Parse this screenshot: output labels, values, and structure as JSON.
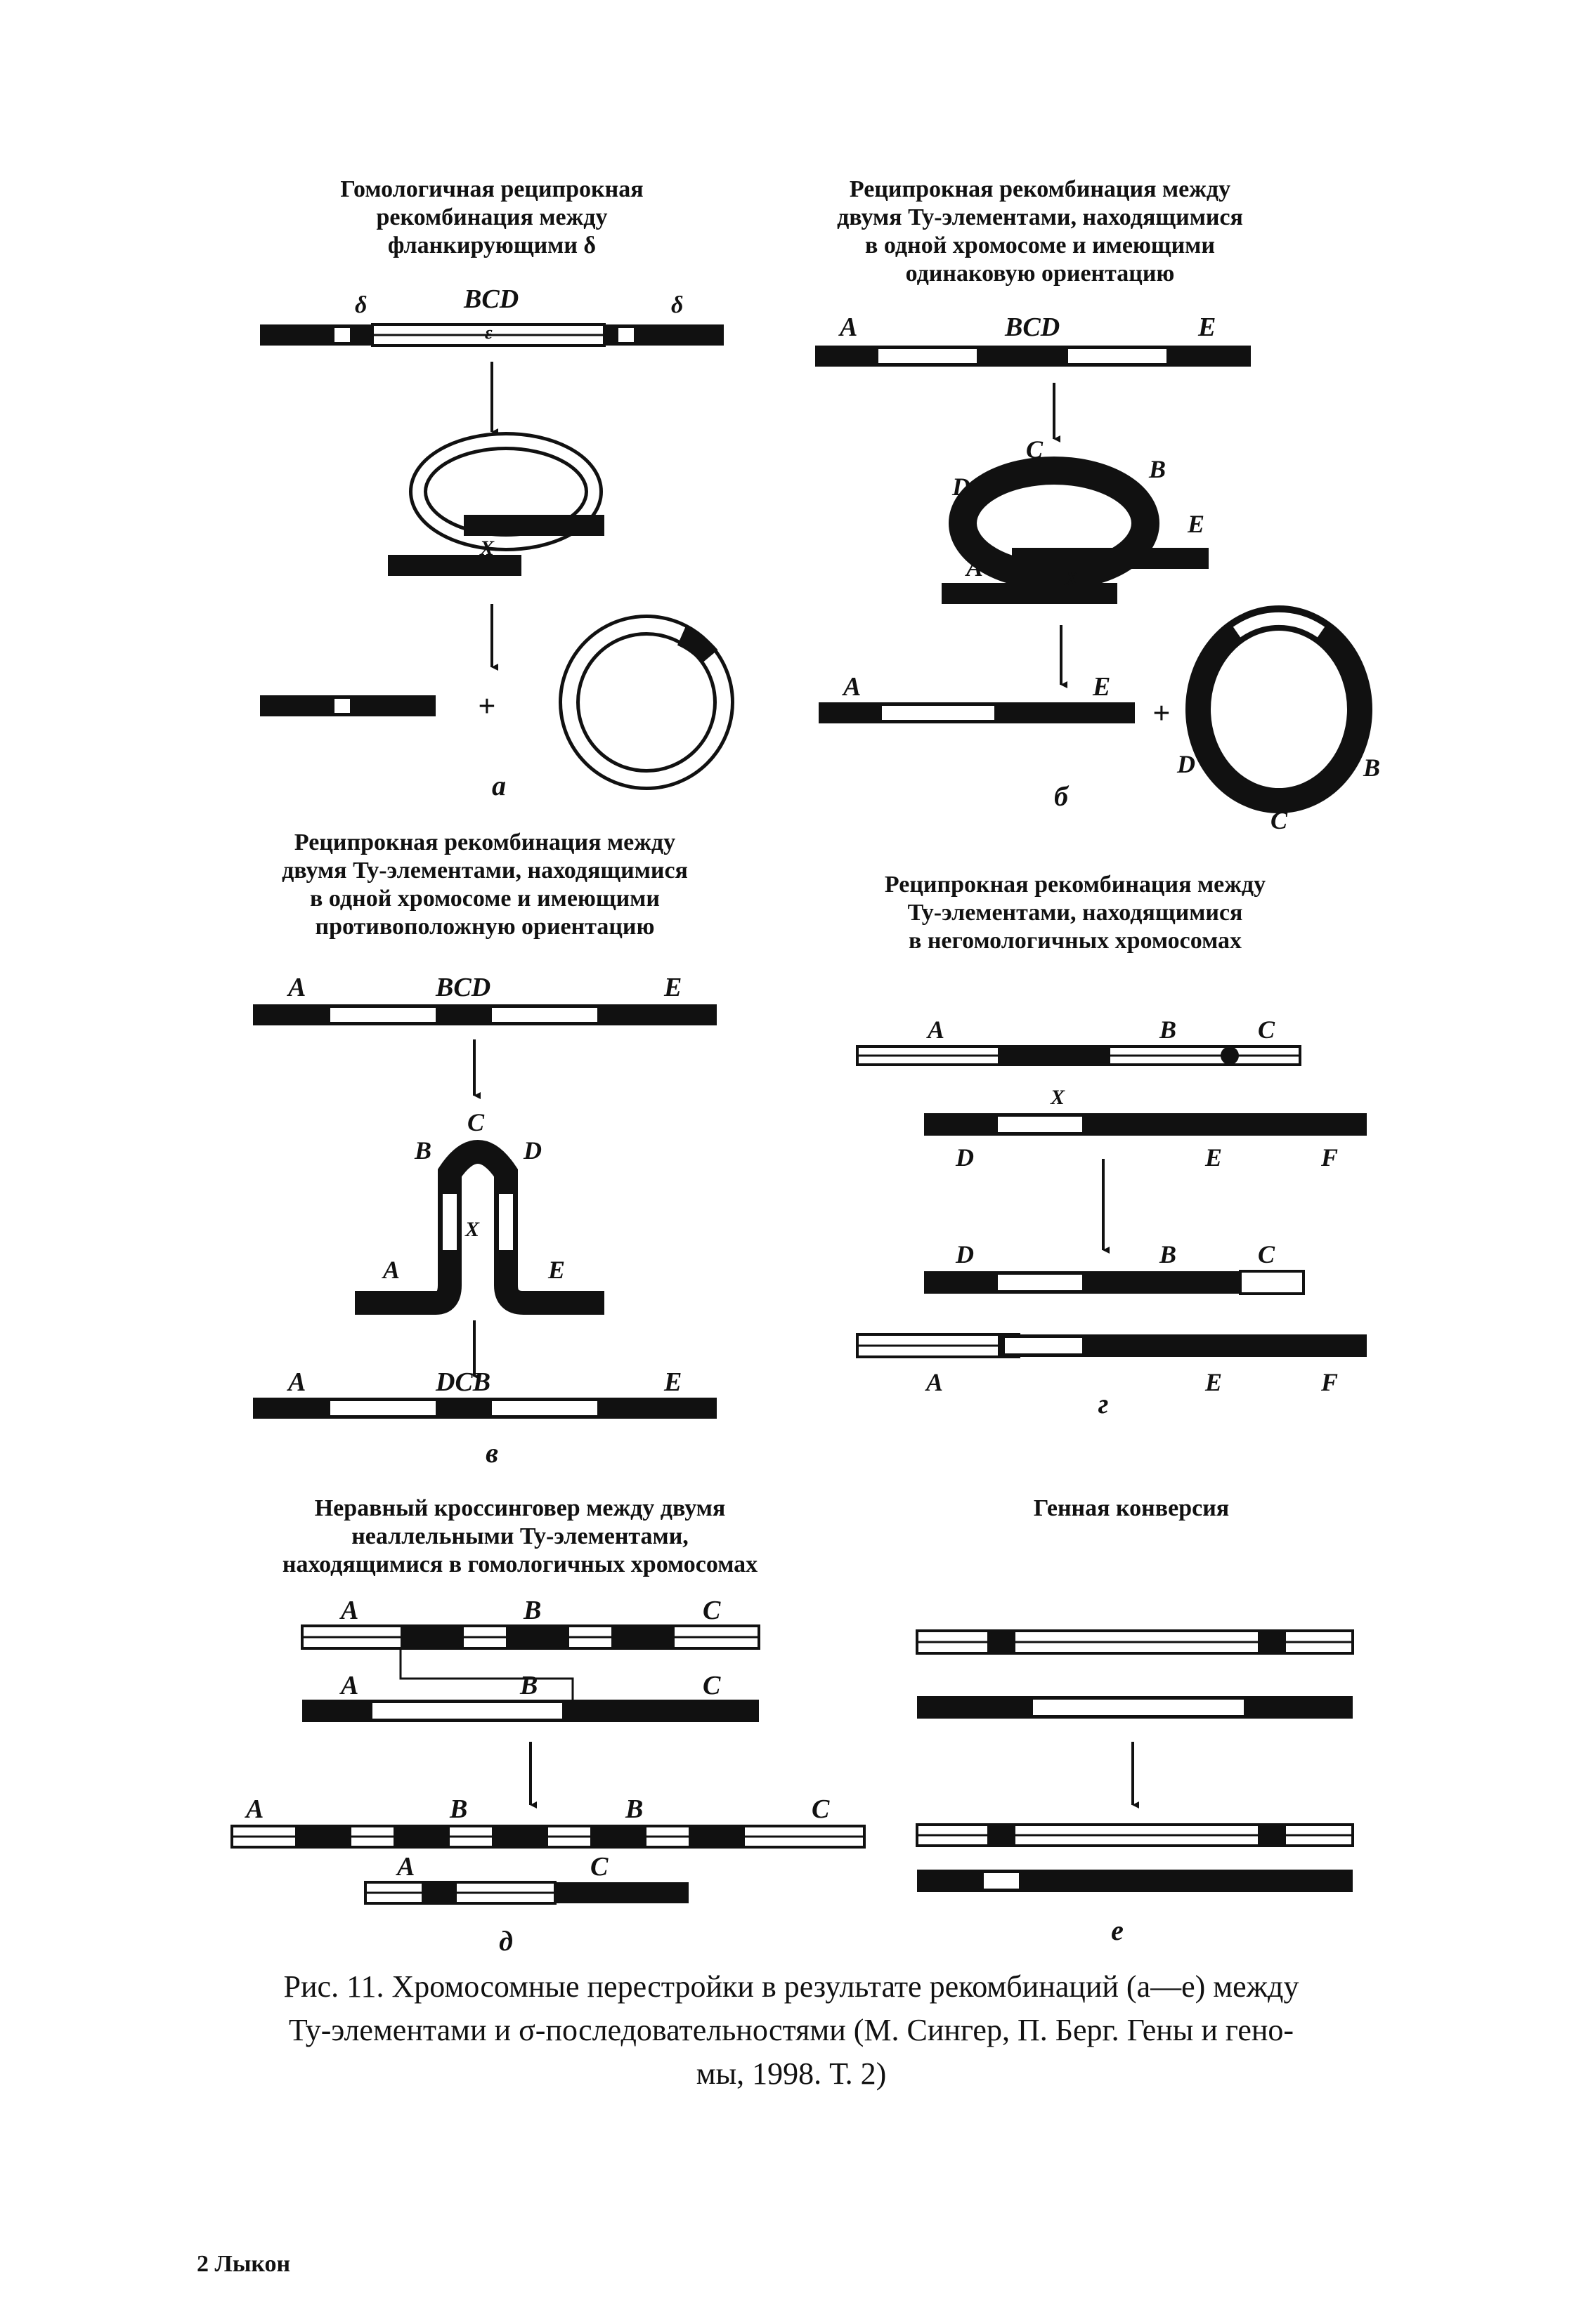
{
  "panels": {
    "a": {
      "letter": "а",
      "title": [
        "Гомологичная реципрокная",
        "рекомбинация между",
        "фланкирующими δ"
      ],
      "labels": {
        "delta_left": "δ",
        "bcd": "BCD",
        "epsilon": "ε",
        "delta_right": "δ",
        "plus": "+"
      }
    },
    "b": {
      "letter": "б",
      "title": [
        "Реципрокная рекомбинация между",
        "двумя Ty-элементами, находящимися",
        "в одной хромосоме и имеющими",
        "одинаковую ориентацию"
      ],
      "labels": {
        "A": "A",
        "BCD": "BCD",
        "E": "E",
        "C": "C",
        "B": "B",
        "D": "D",
        "plus": "+"
      }
    },
    "v": {
      "letter": "в",
      "title": [
        "Реципрокная рекомбинация между",
        "двумя Ty-элементами, находящимися",
        "в одной хромосоме и имеющими",
        "противоположную ориентацию"
      ],
      "labels": {
        "A": "A",
        "BCD": "BCD",
        "E": "E",
        "C": "C",
        "B": "B",
        "D": "D",
        "DCB": "DCB"
      }
    },
    "g": {
      "letter": "г",
      "title": [
        "Реципрокная рекомбинация между",
        "Ty-элементами, находящимися",
        "в негомологичных хромосомах"
      ],
      "labels": {
        "A": "A",
        "B": "B",
        "C": "C",
        "D": "D",
        "E": "E",
        "F": "F",
        "X": "X"
      }
    },
    "d": {
      "letter": "д",
      "title": [
        "Неравный кроссинговер между двумя",
        "неаллельными Ty-элементами,",
        "находящимися в гомологичных хромосомах"
      ],
      "labels": {
        "A": "A",
        "B": "B",
        "C": "C"
      }
    },
    "e": {
      "letter": "е",
      "title": [
        "Генная конверсия"
      ]
    }
  },
  "caption": [
    "Рис. 11. Хромосомные перестройки в результате рекомбинаций (а—е) между",
    "Ty-элементами и σ-последовательностями (М. Сингер, П. Берг. Гены и гено-",
    "мы, 1998. Т. 2)"
  ],
  "footer": "2 Лыкон",
  "colors": {
    "ink": "#111111",
    "paper": "#ffffff"
  }
}
